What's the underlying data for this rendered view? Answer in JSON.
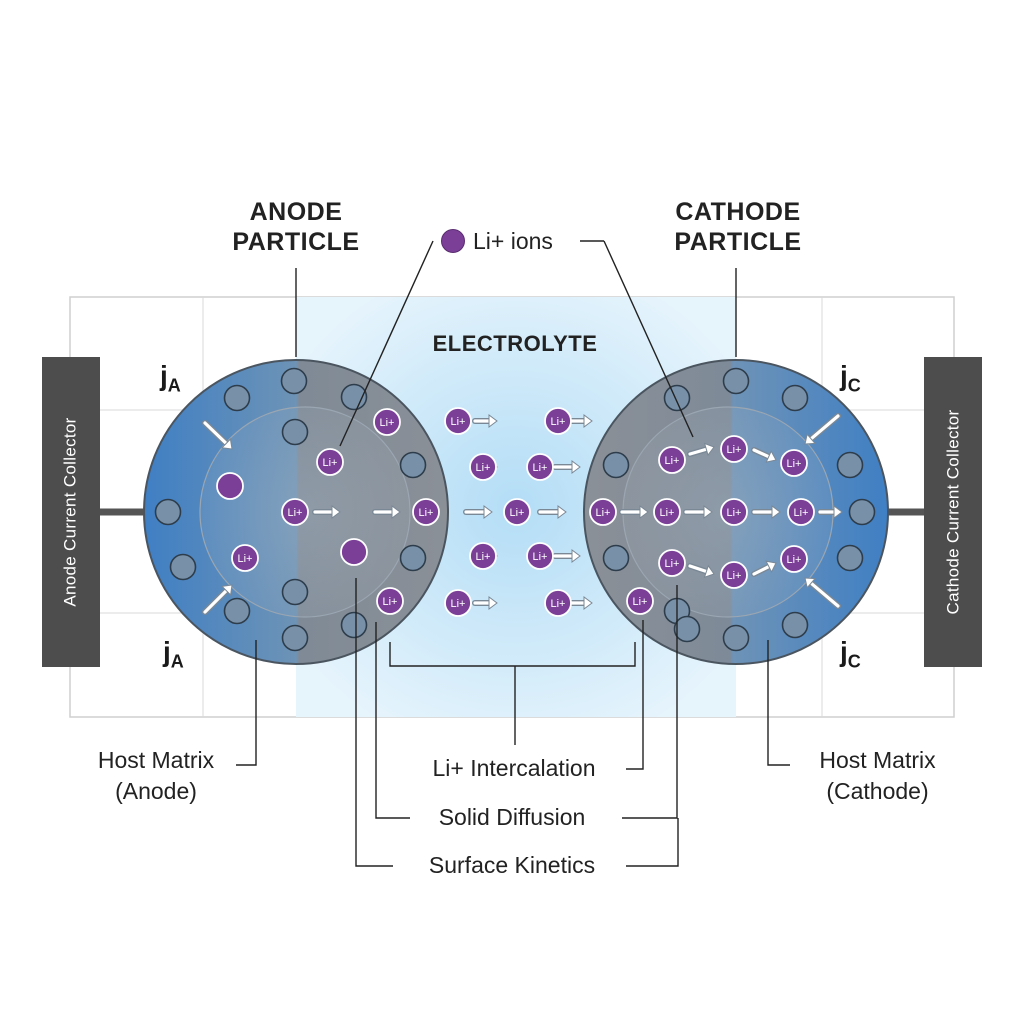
{
  "titles": {
    "anode": [
      "ANODE",
      "PARTICLE"
    ],
    "cathode": [
      "CATHODE",
      "PARTICLE"
    ],
    "electrolyte": "ELECTROLYTE"
  },
  "legend": {
    "ion_label": "Li+ ions"
  },
  "ion_text": "Li+",
  "collectors": {
    "anode": "Anode Current Collector",
    "cathode": "Cathode Current Collector"
  },
  "flux": {
    "symbol": "j",
    "anode_sub": "A",
    "cathode_sub": "C"
  },
  "annotations": {
    "host_anode": [
      "Host Matrix",
      "(Anode)"
    ],
    "host_cathode": [
      "Host Matrix",
      "(Cathode)"
    ],
    "intercalation": "Li+ Intercalation",
    "solid_diffusion": "Solid Diffusion",
    "surface_kinetics": "Surface Kinetics"
  },
  "colors": {
    "ion": "#7b3f98",
    "anode_blue": "#3d7fc0",
    "particle_gray": "#8a8d91",
    "electrolyte": "#bfe3f7",
    "collector": "#4d4d4d"
  }
}
